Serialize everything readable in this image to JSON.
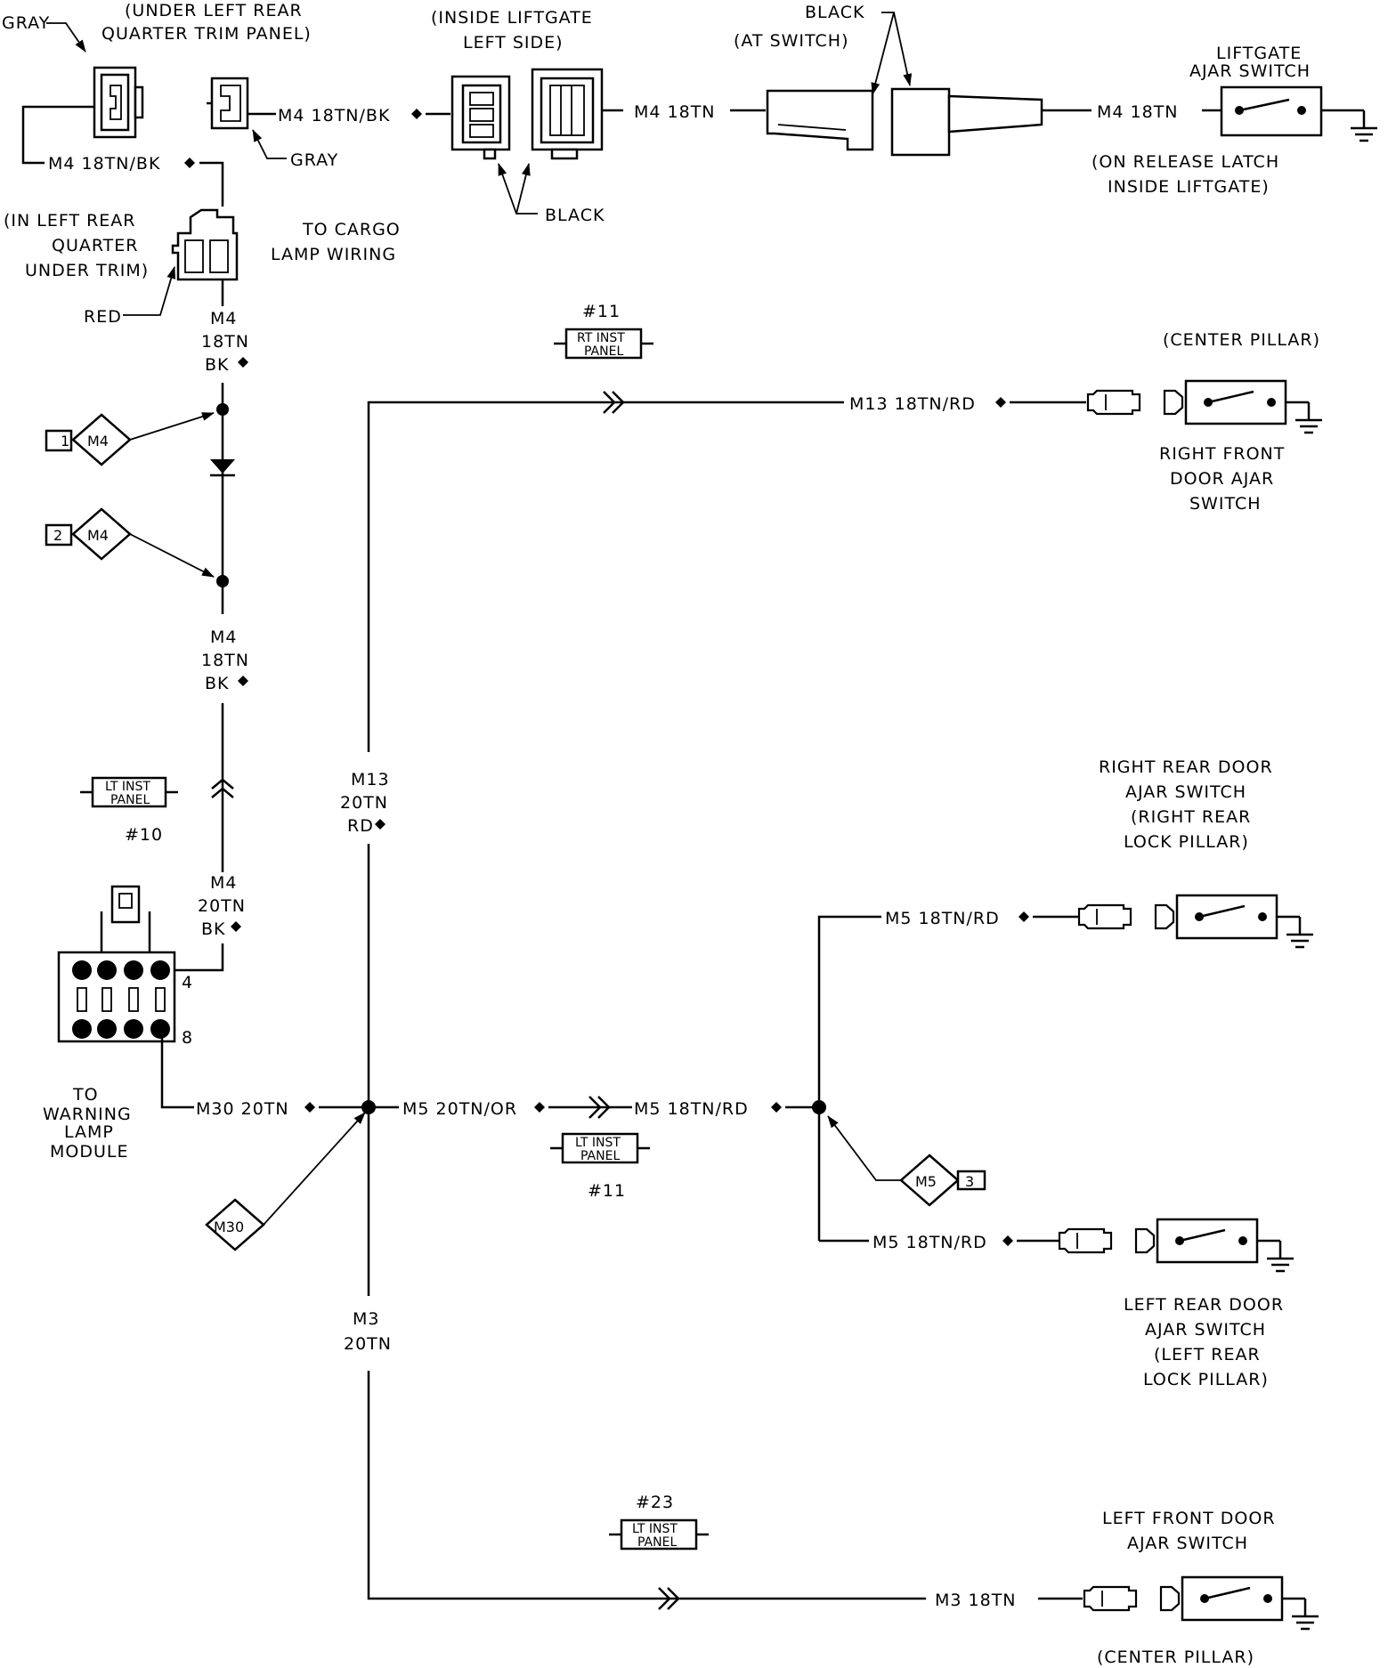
{
  "diagram": {
    "top": {
      "gray_left": "GRAY",
      "under_left_rear_1": "(UNDER LEFT REAR",
      "under_left_rear_2": "QUARTER TRIM PANEL)",
      "m4_18tn_bk_left": "M4 18TN/BK",
      "m4_18tn_bk_mid": "M4 18TN/BK",
      "gray_mid": "GRAY",
      "inside_liftgate_1": "(INSIDE LIFTGATE",
      "inside_liftgate_2": "LEFT SIDE)",
      "black_connector": "BLACK",
      "m4_18tn_a": "M4 18TN",
      "black_at_switch_1": "BLACK",
      "black_at_switch_2": "(AT SWITCH)",
      "m4_18tn_b": "M4 18TN",
      "liftgate_1": "LIFTGATE",
      "liftgate_2": "AJAR SWITCH",
      "release_latch_1": "(ON RELEASE LATCH",
      "release_latch_2": "INSIDE LIFTGATE)",
      "in_left_rear_1": "(IN LEFT REAR",
      "in_left_rear_2": "QUARTER",
      "in_left_rear_3": "UNDER TRIM)",
      "cargo_1": "TO CARGO",
      "cargo_2": "LAMP WIRING",
      "red": "RED"
    },
    "left_column": {
      "m4_a_1": "M4",
      "m4_a_2": "18TN",
      "m4_a_3": "BK",
      "tag1_num": "1",
      "tag1_code": "M4",
      "tag2_num": "2",
      "tag2_code": "M4",
      "m4_b_1": "M4",
      "m4_b_2": "18TN",
      "m4_b_3": "BK",
      "lt_inst_1": "LT INST",
      "lt_inst_2": "PANEL",
      "num_10": "#10",
      "m4_c_1": "M4",
      "m4_c_2": "20TN",
      "m4_c_3": "BK",
      "pin_4": "4",
      "pin_8": "8",
      "warning_1": "TO",
      "warning_2": "WARNING",
      "warning_3": "LAMP",
      "warning_4": "MODULE",
      "m30_wire": "M30 20TN",
      "m30_tag": "M30"
    },
    "center": {
      "num_11_top": "#11",
      "rt_inst_1": "RT INST",
      "rt_inst_2": "PANEL",
      "m13_wire": "M13 18TN/RD",
      "m13_vert_1": "M13",
      "m13_vert_2": "20TN",
      "m13_vert_3": "RD",
      "m5_or": "M5 20TN/OR",
      "m5_rd_mid": "M5 18TN/RD",
      "lt_inst_11_1": "LT INST",
      "lt_inst_11_2": "PANEL",
      "num_11_mid": "#11",
      "m3_vert_1": "M3",
      "m3_vert_2": "20TN",
      "num_23": "#23",
      "lt_inst_23_1": "LT INST",
      "lt_inst_23_2": "PANEL",
      "m3_wire": "M3 18TN"
    },
    "right": {
      "center_pillar_top": "(CENTER PILLAR)",
      "rf_1": "RIGHT FRONT",
      "rf_2": "DOOR AJAR",
      "rf_3": "SWITCH",
      "rr_1": "RIGHT REAR DOOR",
      "rr_2": "AJAR SWITCH",
      "rr_3": "(RIGHT REAR",
      "rr_4": "LOCK PILLAR)",
      "m5_rd_top": "M5 18TN/RD",
      "m5_tag_num": "3",
      "m5_tag_code": "M5",
      "m5_rd_bottom": "M5 18TN/RD",
      "lr_1": "LEFT REAR DOOR",
      "lr_2": "AJAR SWITCH",
      "lr_3": "(LEFT REAR",
      "lr_4": "LOCK PILLAR)",
      "lf_1": "LEFT FRONT DOOR",
      "lf_2": "AJAR SWITCH",
      "center_pillar_bottom": "(CENTER PILLAR)",
      "switch_contact": "D"
    }
  }
}
